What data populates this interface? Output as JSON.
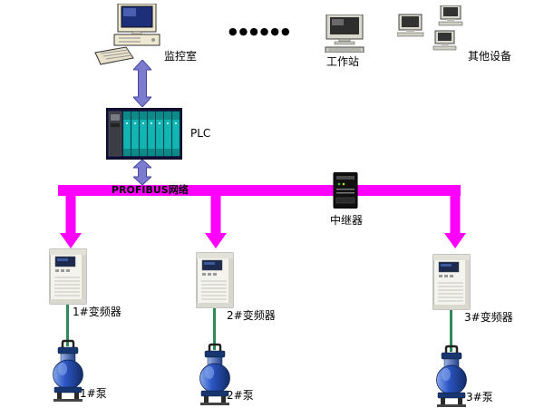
{
  "colors": {
    "bus": "#ff00ff",
    "link_arrow": "#7b7bd0",
    "link_arrow_edge": "#4646a0",
    "pump_link": "#2e8b57"
  },
  "nodes": {
    "monitor_room": {
      "label": "监控室"
    },
    "ellipsis": {
      "label": "●●●●●●"
    },
    "workstation": {
      "label": "工作站"
    },
    "other_devices": {
      "label": "其他设备"
    },
    "plc": {
      "label": "PLC"
    },
    "bus": {
      "label": "PROFIBUS网络"
    },
    "repeater": {
      "label": "中继器"
    },
    "vfds": [
      {
        "label": "1#变频器"
      },
      {
        "label": "2#变频器"
      },
      {
        "label": "3#变频器"
      }
    ],
    "pumps": [
      {
        "label": "1#泵"
      },
      {
        "label": "2#泵"
      },
      {
        "label": "3#泵"
      }
    ]
  }
}
